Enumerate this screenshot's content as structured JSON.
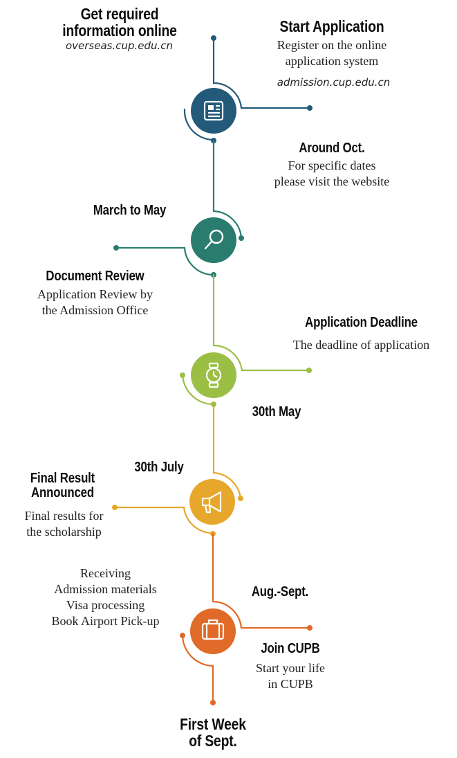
{
  "colors": {
    "step1": "#235a7a",
    "step2": "#2a7d6e",
    "step3": "#9bbf45",
    "step4": "#e7a72c",
    "step5": "#e06a27"
  },
  "steps": [
    {
      "icon": "newspaper-icon",
      "title_left": [
        "Get required",
        "information online"
      ],
      "url_left": "overseas.cup.edu.cn",
      "title_right": "Start Application",
      "body_right": [
        "Register on the online",
        "application system"
      ],
      "url_right": "admission.cup.edu.cn",
      "date_right": "Around Oct.",
      "date_body": [
        "For specific dates",
        "please visit the website"
      ]
    },
    {
      "icon": "magnifier-icon",
      "date_left": "March to May",
      "title_left": "Document Review",
      "body_left": [
        "Application Review by",
        "the Admission Office"
      ]
    },
    {
      "icon": "watch-icon",
      "title_right": "Application Deadline",
      "body_right": "The deadline of application",
      "date_right": "30th May"
    },
    {
      "icon": "megaphone-icon",
      "date_left": "30th July",
      "title_left": [
        "Final Result",
        "Announced"
      ],
      "body_left": [
        "Final results for",
        "the scholarship"
      ]
    },
    {
      "icon": "suitcase-icon",
      "body_left": [
        "Receiving",
        "Admission materials",
        "Visa processing",
        "Book Airport Pick-up"
      ],
      "date_right": "Aug.-Sept.",
      "title_right": "Join CUPB",
      "body_right": [
        "Start your life",
        "in CUPB"
      ],
      "date_bottom": [
        "First Week",
        "of Sept."
      ]
    }
  ]
}
